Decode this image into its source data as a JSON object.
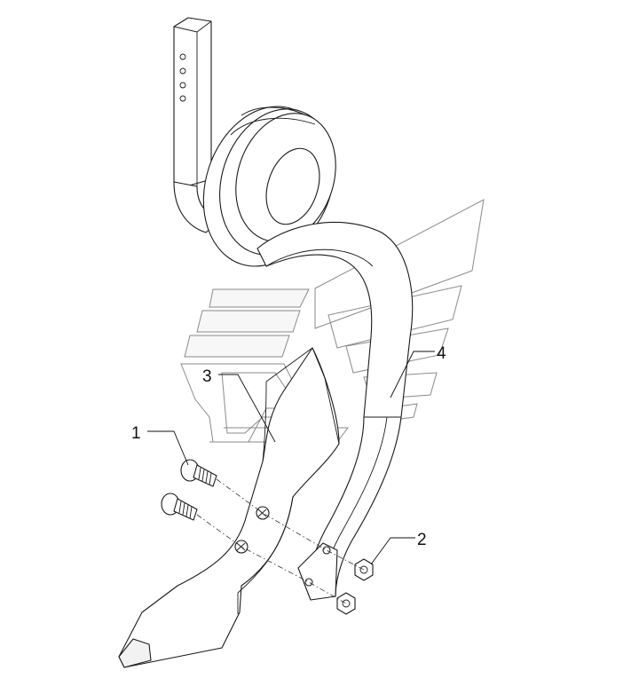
{
  "callouts": [
    {
      "label": "1"
    },
    {
      "label": "2"
    },
    {
      "label": "3"
    },
    {
      "label": "4"
    }
  ],
  "colors": {
    "line": "#1a1a1a",
    "watermark": "#8a8a8a",
    "background": "#ffffff"
  }
}
